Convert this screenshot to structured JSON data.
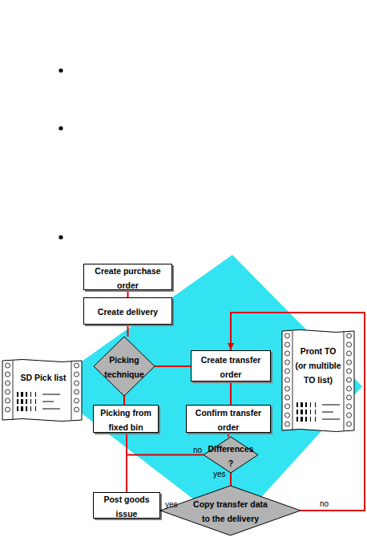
{
  "diagram": {
    "nodes": [
      {
        "text": [
          "Create purchase order"
        ]
      },
      {
        "text": [
          "Create delivery"
        ]
      },
      {
        "text": [
          "Picking technique"
        ]
      },
      {
        "text": [
          "Create transfer order"
        ]
      },
      {
        "text": [
          "SD Pick list"
        ]
      },
      {
        "text": [
          "Picking from fixed bin"
        ]
      },
      {
        "text": [
          "Confirm transfer order"
        ]
      },
      {
        "text": [
          "Pront TO (or multible TO list)"
        ]
      },
      {
        "text": [
          "Differences ?"
        ]
      },
      {
        "text": [
          "Post goods issue"
        ]
      },
      {
        "text": [
          "Copy transfer data to the delivery"
        ]
      }
    ],
    "edges": [
      {
        "from": 0,
        "to": 1,
        "arrow": "none"
      },
      {
        "from": 1,
        "to": 2,
        "arrow": "none"
      },
      {
        "from": 2,
        "to": 3,
        "arrow": "none"
      },
      {
        "from": 2,
        "to": 5,
        "arrow": "none"
      },
      {
        "from": 3,
        "to": 6,
        "arrow": "none"
      },
      {
        "from": 6,
        "to": 8,
        "arrow": "none"
      },
      {
        "from": 8,
        "to": 9,
        "label": "no",
        "arrow": "none"
      },
      {
        "from": 5,
        "to": 9,
        "arrow": "none"
      },
      {
        "from": 8,
        "to": 10,
        "label": "yes",
        "arrow": "none"
      },
      {
        "from": 10,
        "to": 9,
        "label": "yes",
        "arrow": "none"
      },
      {
        "from": 10,
        "to": 3,
        "label": "no",
        "arrow": "to"
      }
    ]
  }
}
